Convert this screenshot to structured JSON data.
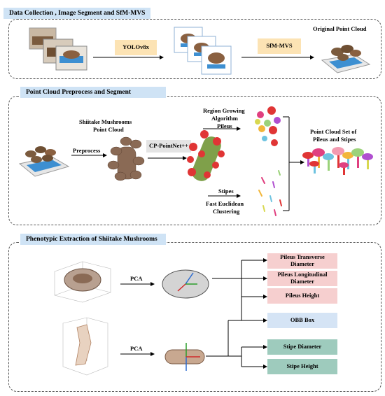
{
  "panel1": {
    "title": "Data Collection , Image Segment and SfM-MVS",
    "yolo_label": "YOLOv8x",
    "sfm_label": "SfM-MVS",
    "output_label": "Original Point Cloud"
  },
  "panel2": {
    "title": "Point Cloud  Preprocess and Segment",
    "preprocess_label": "Preprocess",
    "input_label_line1": "Shiitake Mushrooms",
    "input_label_line2": "Point Cloud",
    "net_label": "CP-PointNet++",
    "region_line1": "Region Growing",
    "region_line2": "Algorithm",
    "pileus_label": "Pileus",
    "stipes_label": "Stipes",
    "euclid_line1": "Fast Euclidean",
    "euclid_line2": "Clustering",
    "result_line1": "Point Cloud Set of",
    "result_line2": "Pileus and Stipes"
  },
  "panel3": {
    "title": "Phenotypic Extraction of Shiitake Mushrooms",
    "pca_label_top": "PCA",
    "pca_label_bottom": "PCA",
    "pileus_transverse_line1": "Pileus Transverse",
    "pileus_transverse_line2": "Diameter",
    "pileus_longitudinal_line1": "Pileus Longitudinal",
    "pileus_longitudinal_line2": "Diameter",
    "pileus_height": "Pileus Height",
    "obb_box": "OBB Box",
    "stipe_diameter": "Stipe Diameter",
    "stipe_height": "Stipe Height"
  },
  "colors": {
    "title_bg": "#cfe3f5",
    "pileus_box": "#f6cfcf",
    "obb_box": "#d5e4f5",
    "stipe_box": "#9ecbbd",
    "yolo_box": "#fce3b4",
    "net_box": "#e4e4e4"
  }
}
